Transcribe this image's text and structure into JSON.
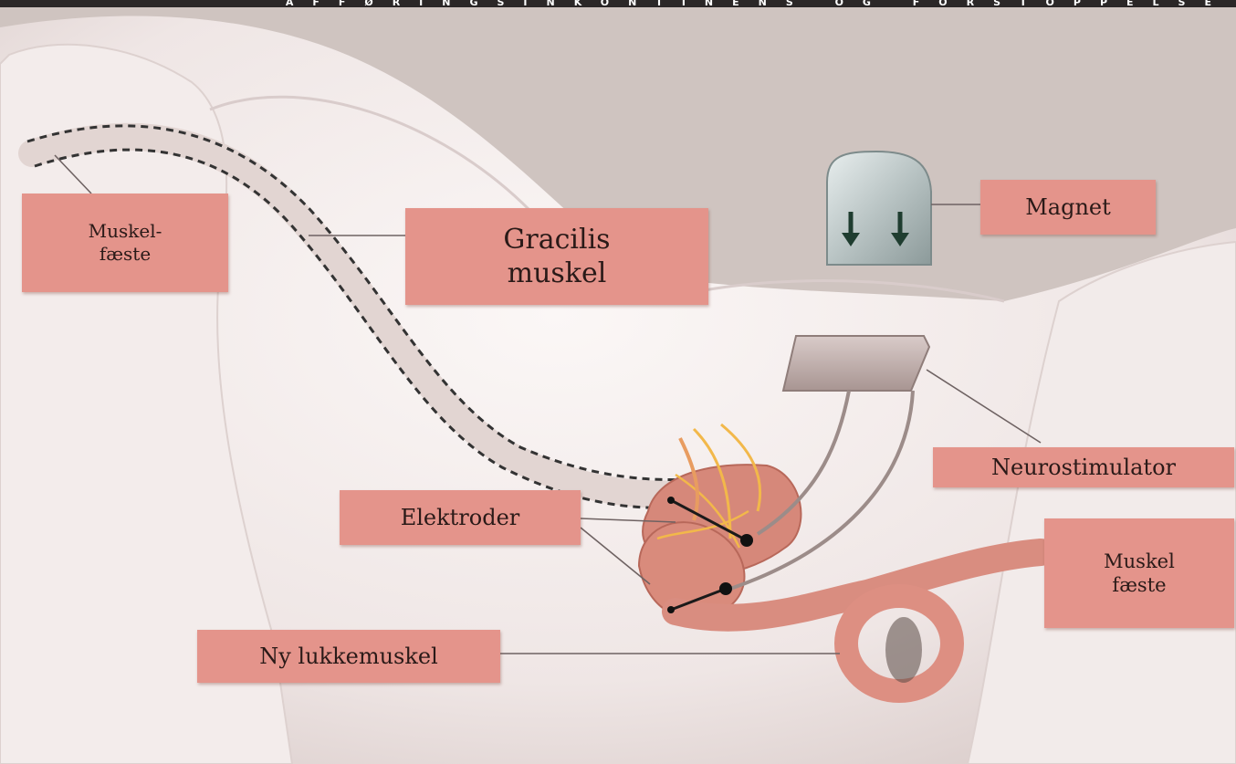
{
  "header": {
    "text": "AFFØRINGSINKONTINENS OG FORSTOPPELSE"
  },
  "labels": {
    "muskelfaeste_left": "Muskel-\nfæste",
    "gracilis": "Gracilis\nmuskel",
    "magnet": "Magnet",
    "neurostimulator": "Neurostimulator",
    "elektroder": "Elektroder",
    "muskelfaeste_right": "Muskel\nfæste",
    "ny_lukkemuskel": "Ny lukkemuskel"
  },
  "colors": {
    "label_fill": "#e4948b",
    "skin": "#efe7e6",
    "background": "#cfc4c0",
    "muscle": "#d6887a",
    "nerve": "#f2b84a"
  }
}
